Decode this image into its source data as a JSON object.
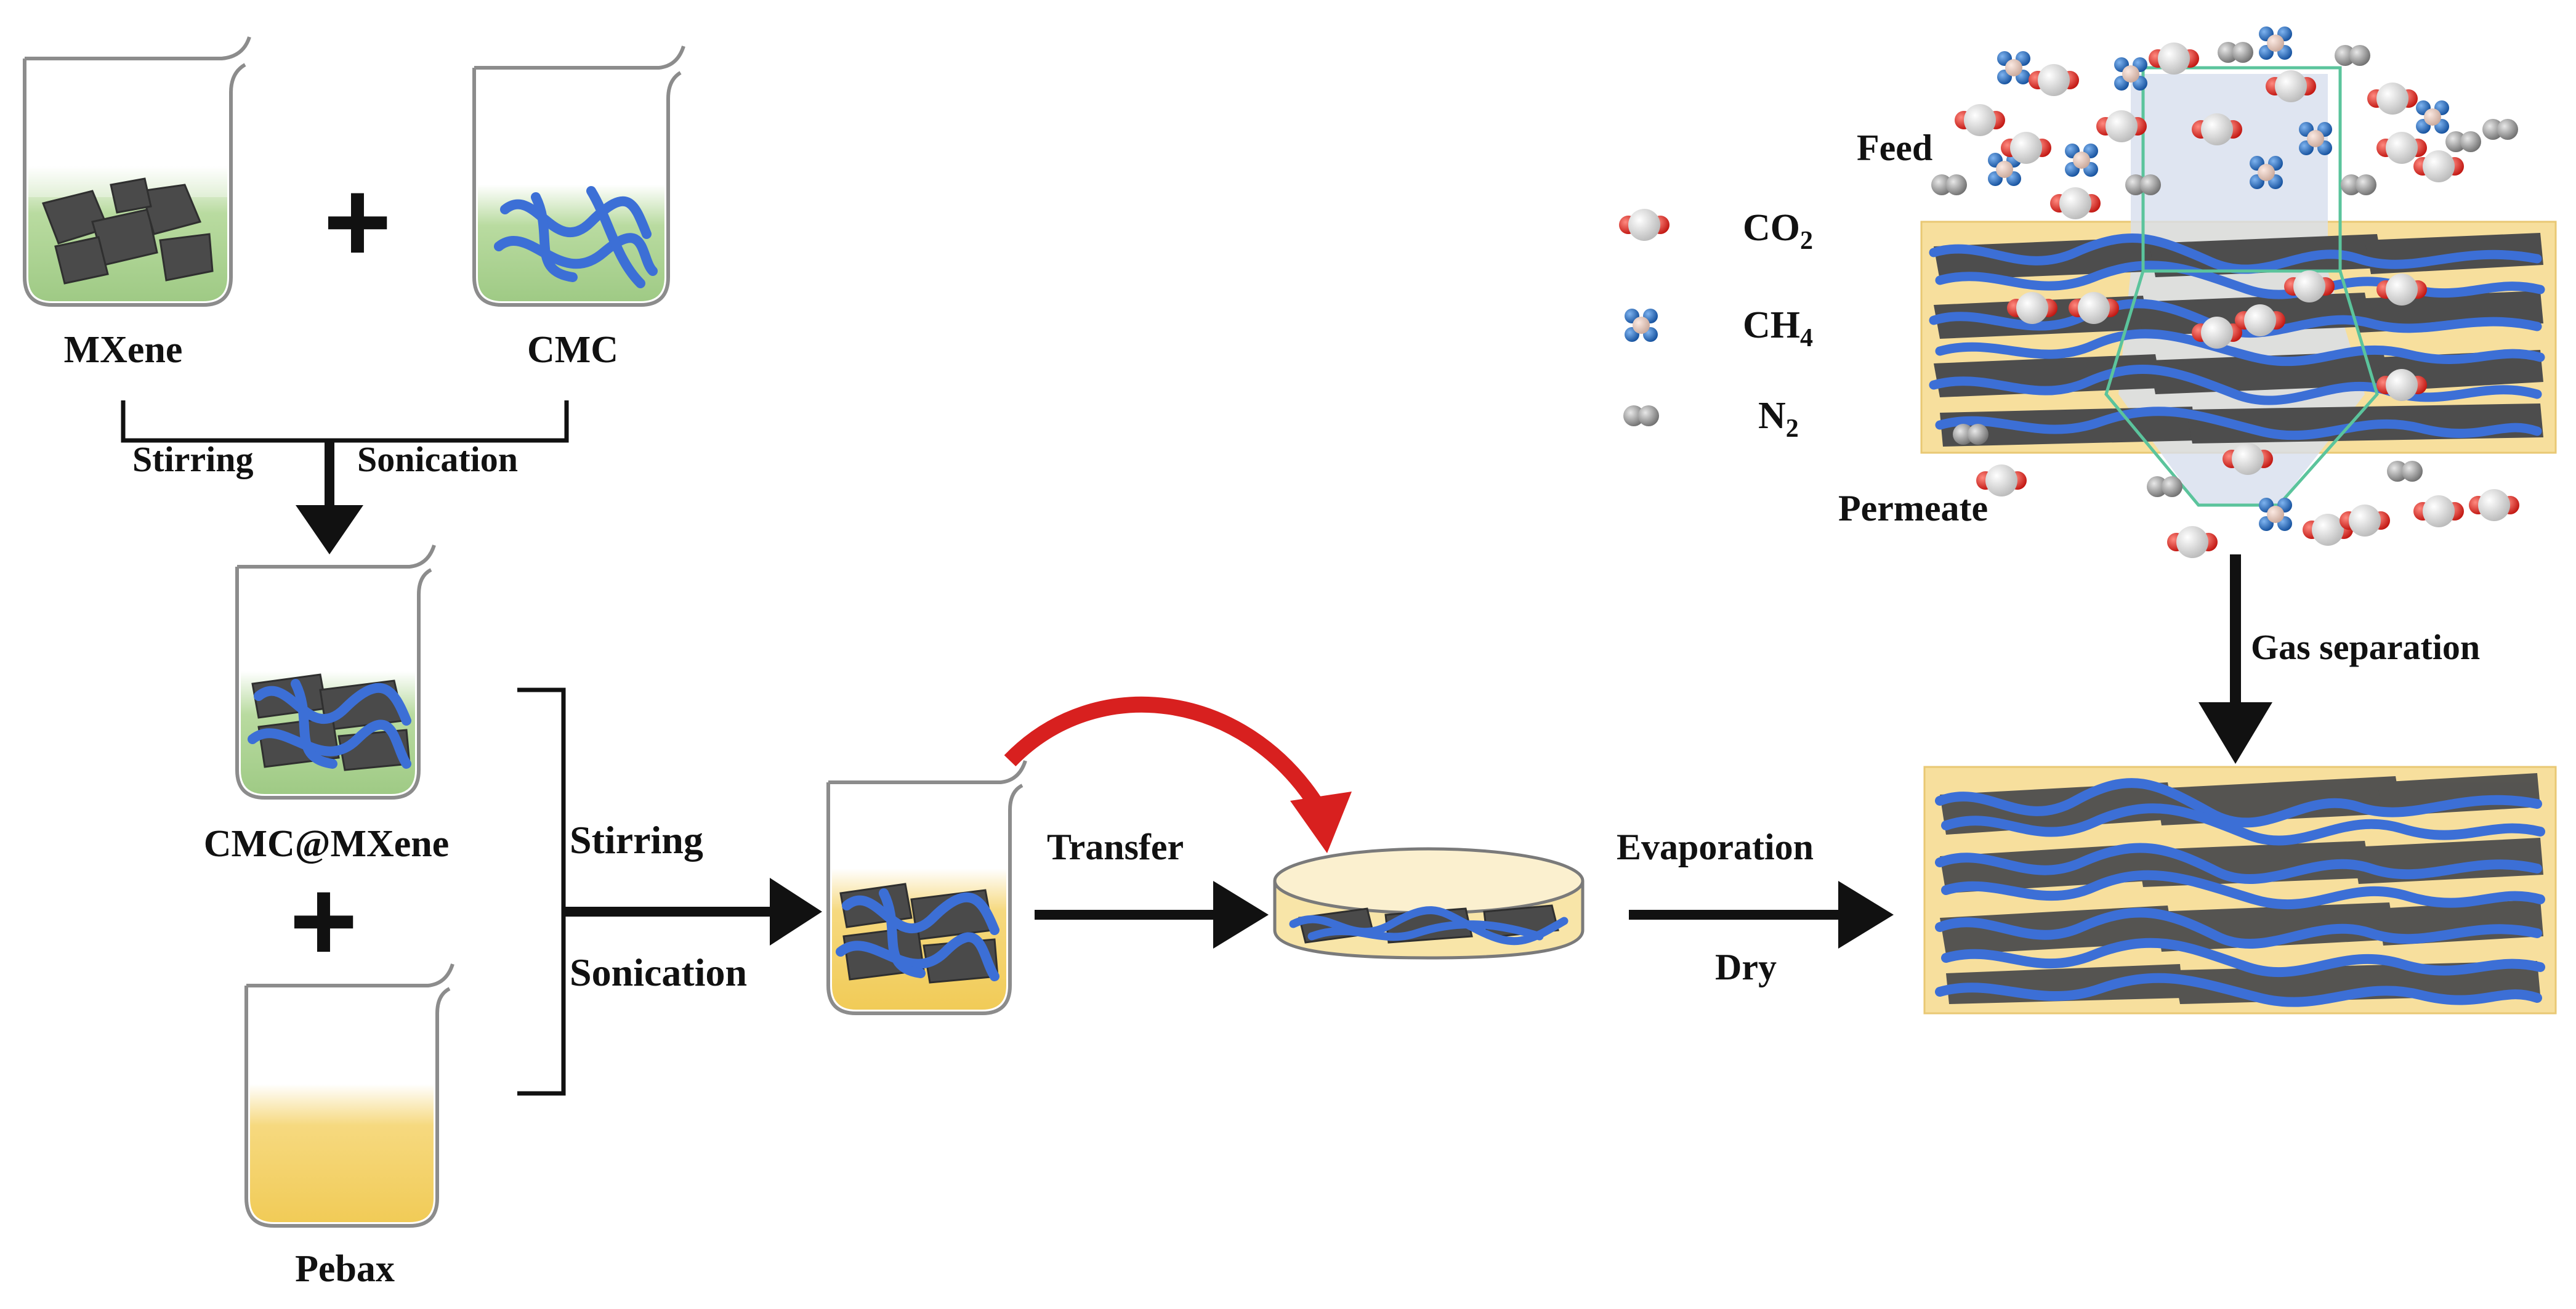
{
  "labels": {
    "mxene": "MXene",
    "cmc": "CMC",
    "stirring_1": "Stirring",
    "sonication_1": "Sonication",
    "cmc_mxene": "CMC@MXene",
    "pebax": "Pebax",
    "stirring_2": "Stirring",
    "sonication_2": "Sonication",
    "transfer": "Transfer",
    "evaporation": "Evaporation",
    "dry": "Dry",
    "gas_separation": "Gas separation",
    "feed": "Feed",
    "permeate": "Permeate",
    "plus_1": "+",
    "plus_2": "+"
  },
  "legend": {
    "co2": {
      "formula": "CO",
      "subscript": "2"
    },
    "ch4": {
      "formula": "CH",
      "subscript": "4"
    },
    "n2": {
      "formula": "N",
      "subscript": "2"
    }
  },
  "colors": {
    "green_solution": "#a8cf8e",
    "yellow_solution": "#f3cf63",
    "membrane_bg": "#f7df9d",
    "mxene_sheet": "#4b4b4b",
    "cmc_chain": "#3c6fd6",
    "red_arrow": "#d8201f",
    "arrow": "#0a0a0a",
    "oxygen": "#d9231f",
    "carbon": "#e8e8e8",
    "methane": "#1f64b8",
    "nitrogen": "#9a9a9a",
    "path_line": "#5bc49c"
  }
}
